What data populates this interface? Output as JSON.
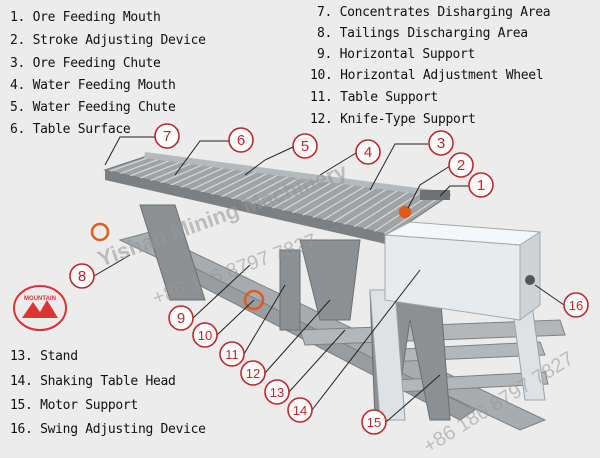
{
  "legend_top_left": [
    "1. Ore Feeding Mouth",
    "2. Stroke Adjusting Device",
    "3. Ore Feeding Chute",
    "4. Water Feeding Mouth",
    "5. Water Feeding Chute",
    "6. Table Surface"
  ],
  "legend_top_right": [
    "7. Concentrates Disharging Area",
    "8. Tailings Discharging Area",
    "9. Horizontal Support",
    "10. Horizontal Adjustment Wheel",
    "11. Table Support",
    "12. Knife-Type Support"
  ],
  "legend_bottom_left": [
    "13. Stand",
    "14. Shaking Table Head",
    "15. Motor Support",
    "16. Swing Adjusting Device"
  ],
  "callouts": [
    "1",
    "2",
    "3",
    "4",
    "5",
    "6",
    "7",
    "8",
    "9",
    "10",
    "11",
    "12",
    "13",
    "14",
    "15",
    "16"
  ],
  "watermark": {
    "company": "Yishan Mining Machinery",
    "phone": "+86 186 8797 7827",
    "logo": "MOUNTAIN"
  },
  "colors": {
    "callout": "#c0282a",
    "accent_orange": "#e05a1a"
  }
}
